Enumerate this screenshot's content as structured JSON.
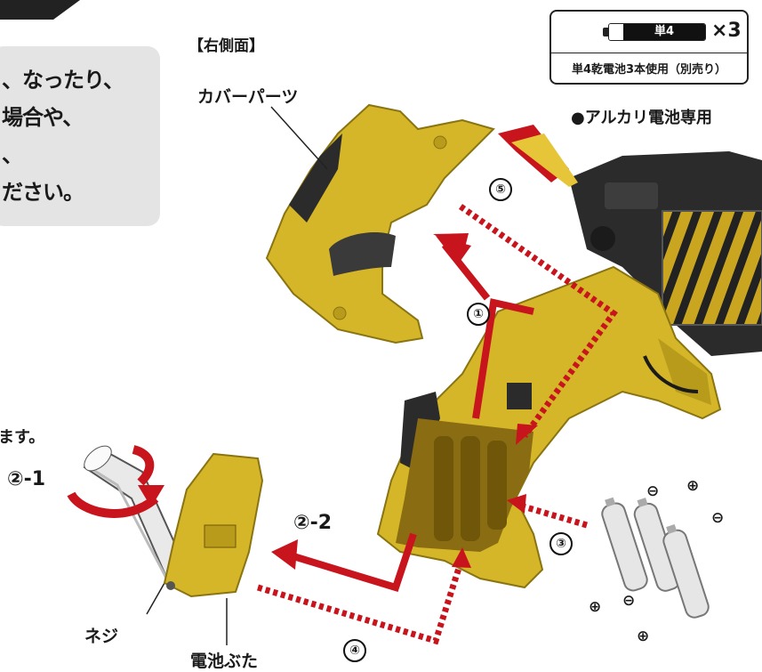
{
  "battery_spec": {
    "size_label": "単4",
    "count_label": "×3",
    "note": "単4乾電池3本使用（別売り）"
  },
  "alkaline_only": "●アルカリ電池専用",
  "side_label": "【右側面】",
  "caution_lines": [
    "、なったり、",
    "場合や、",
    "、",
    "ださい。"
  ],
  "partial_text_left": "ます。",
  "parts": {
    "cover": "カバーパーツ",
    "screw": "ネジ",
    "battery_lid": "電池ぶた"
  },
  "steps": {
    "s1": "①",
    "s2_1": "②-1",
    "s2_2": "②-2",
    "s3": "③",
    "s4": "④",
    "s5": "⑤"
  },
  "polarity": {
    "plus": "⊕",
    "minus": "⊖"
  },
  "colors": {
    "yellow": "#d4b628",
    "arrow_red": "#c8141c",
    "caution_bg": "#e4e4e4"
  }
}
